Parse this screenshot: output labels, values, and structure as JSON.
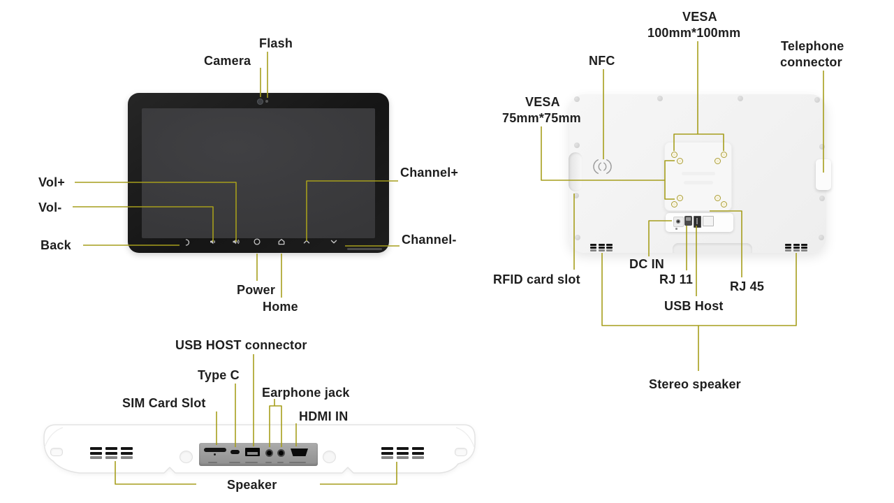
{
  "colors": {
    "callout": "#a69e1c",
    "label_text": "#1e1e1e",
    "front_frame": "#1a1a1a",
    "front_screen": "#3b3b3d",
    "back_body": "#f3f3f3",
    "bottom_panel": "#9c9c9c"
  },
  "front_view": {
    "labels": {
      "flash": "Flash",
      "camera": "Camera",
      "vol_plus": "Vol+",
      "vol_minus": "Vol-",
      "back": "Back",
      "channel_plus": "Channel+",
      "channel_minus": "Channel-",
      "power": "Power",
      "home": "Home"
    },
    "nav_icons": [
      "back",
      "volume-down",
      "volume-up",
      "power",
      "home",
      "channel-up",
      "channel-down"
    ]
  },
  "back_view": {
    "labels": {
      "vesa100": {
        "line1": "VESA",
        "line2": "100mm*100mm"
      },
      "telephone": {
        "line1": "Telephone",
        "line2": "connector"
      },
      "nfc": "NFC",
      "vesa75": {
        "line1": "VESA",
        "line2": "75mm*75mm"
      },
      "rfid": "RFID card slot",
      "dc_in": "DC IN",
      "rj11": "RJ 11",
      "rj45": "RJ 45",
      "usb_host": "USB Host",
      "stereo_speaker": "Stereo speaker"
    }
  },
  "bottom_view": {
    "labels": {
      "usb_host_connector": "USB HOST connector",
      "type_c": "Type C",
      "earphone_jack": "Earphone jack",
      "sim_card_slot": "SIM Card Slot",
      "hdmi_in": "HDMI IN",
      "speaker": "Speaker"
    }
  }
}
